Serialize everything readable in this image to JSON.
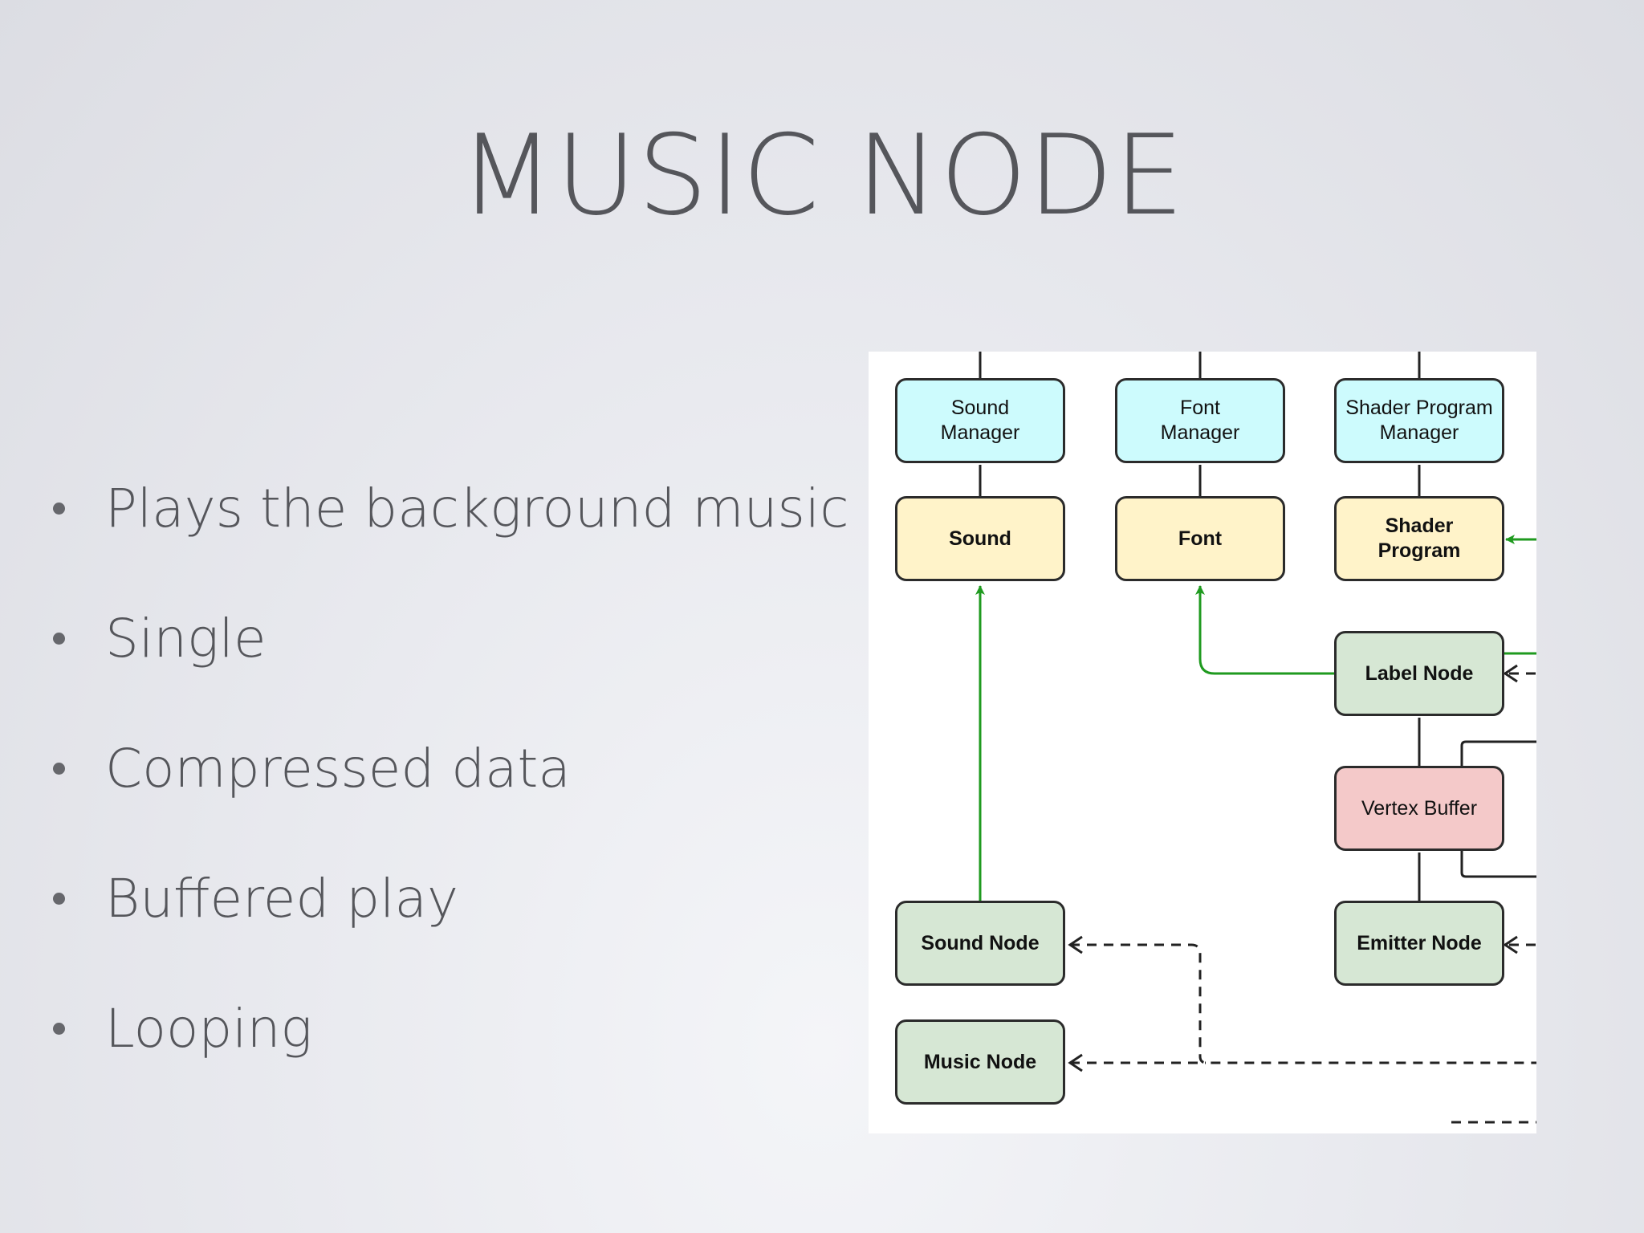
{
  "slide": {
    "title": "MUSIC NODE",
    "bullets": [
      "Plays the background music",
      "Single",
      "Compressed data",
      "Buffered play",
      "Looping"
    ]
  },
  "diagram": {
    "nodes": {
      "sound_manager": "Sound\nManager",
      "font_manager": "Font\nManager",
      "shader_program_manager": "Shader Program\nManager",
      "sound": "Sound",
      "font": "Font",
      "shader_program": "Shader\nProgram",
      "label_node": "Label Node",
      "vertex_buffer": "Vertex Buffer",
      "sound_node": "Sound Node",
      "emitter_node": "Emitter Node",
      "music_node": "Music Node"
    },
    "colors": {
      "manager_fill": "#cdfbfd",
      "resource_fill": "#fff3c9",
      "node_fill": "#d6e7d4",
      "buffer_fill": "#f4c9c9",
      "reference_arrow": "#1f9a1f",
      "ownership_line": "#222222"
    }
  }
}
